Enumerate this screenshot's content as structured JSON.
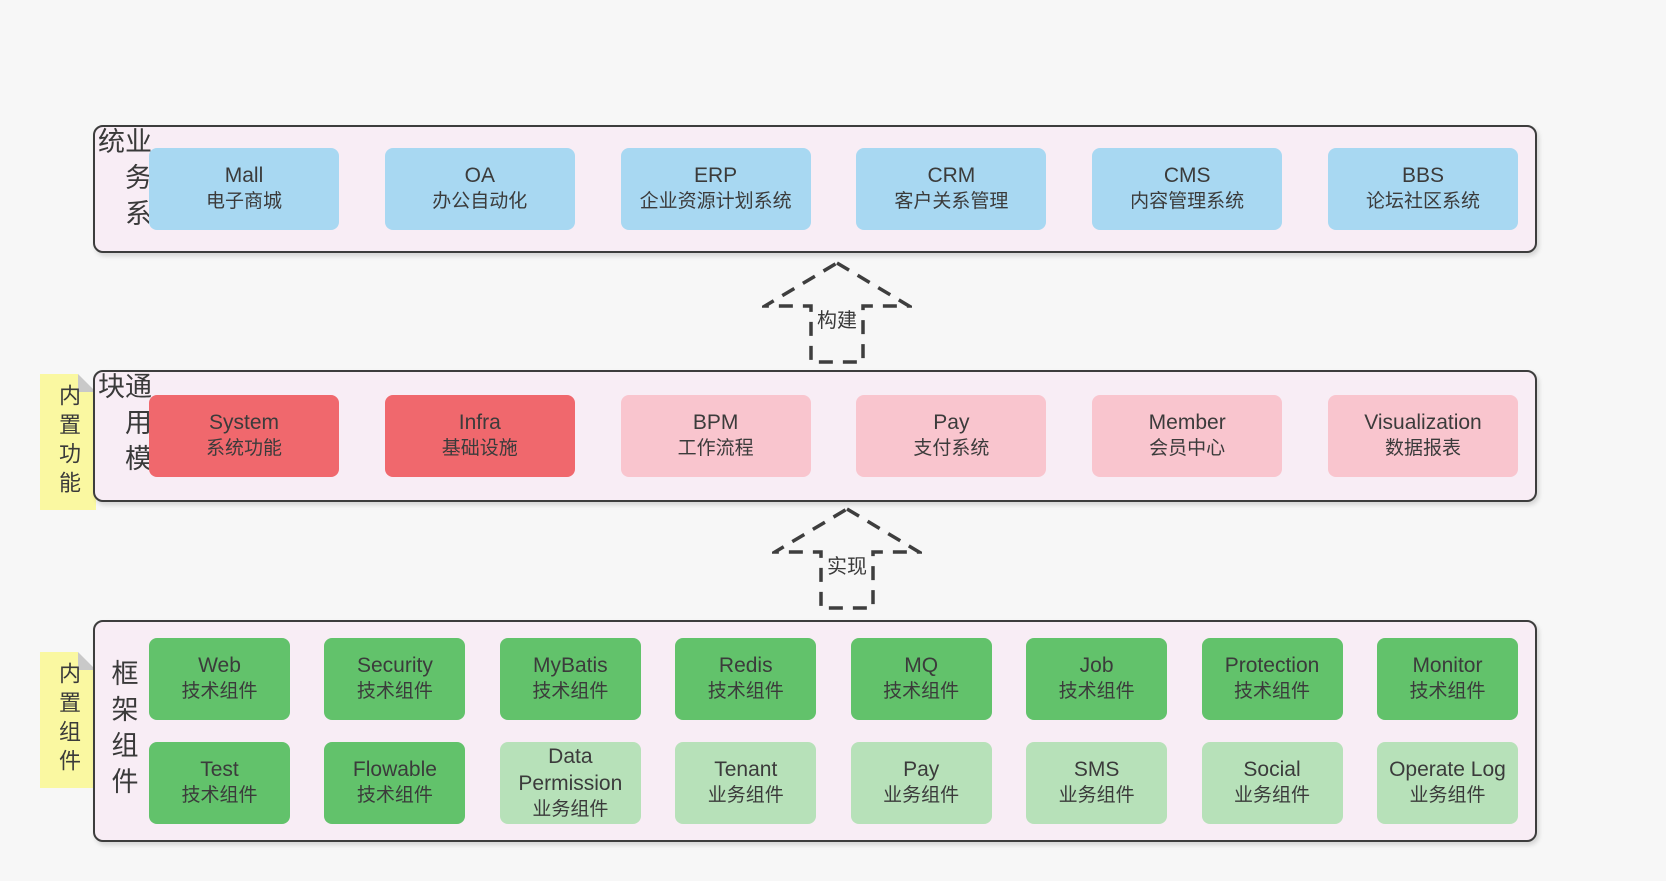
{
  "page": {
    "background": "#f7f7f7",
    "border_color": "#3d3d3d",
    "band_fill": "#f8edf5",
    "text_color": "#3a3a3a"
  },
  "colors": {
    "blue": "#a8d8f2",
    "red": "#f0686d",
    "pink": "#f9c5ce",
    "green": "#62c26b",
    "lightgreen": "#b7e1b9",
    "sticky": "#faf8a1",
    "fold": "#c9c9c9"
  },
  "arrows": [
    {
      "label": "构建"
    },
    {
      "label": "实现"
    }
  ],
  "bands": [
    {
      "label": "业务系统",
      "sticky": null,
      "rows": [
        [
          {
            "title": "Mall",
            "subtitle": "电子商城",
            "type": "blue"
          },
          {
            "title": "OA",
            "subtitle": "办公自动化",
            "type": "blue"
          },
          {
            "title": "ERP",
            "subtitle": "企业资源计划系统",
            "type": "blue"
          },
          {
            "title": "CRM",
            "subtitle": "客户关系管理",
            "type": "blue"
          },
          {
            "title": "CMS",
            "subtitle": "内容管理系统",
            "type": "blue"
          },
          {
            "title": "BBS",
            "subtitle": "论坛社区系统",
            "type": "blue"
          }
        ]
      ]
    },
    {
      "label": "通用模块",
      "sticky": "内置功能",
      "rows": [
        [
          {
            "title": "System",
            "subtitle": "系统功能",
            "type": "red"
          },
          {
            "title": "Infra",
            "subtitle": "基础设施",
            "type": "red"
          },
          {
            "title": "BPM",
            "subtitle": "工作流程",
            "type": "pink"
          },
          {
            "title": "Pay",
            "subtitle": "支付系统",
            "type": "pink"
          },
          {
            "title": "Member",
            "subtitle": "会员中心",
            "type": "pink"
          },
          {
            "title": "Visualization",
            "subtitle": "数据报表",
            "type": "pink"
          }
        ]
      ]
    },
    {
      "label": "框架组件",
      "sticky": "内置组件",
      "rows": [
        [
          {
            "title": "Web",
            "subtitle": "技术组件",
            "type": "green"
          },
          {
            "title": "Security",
            "subtitle": "技术组件",
            "type": "green"
          },
          {
            "title": "MyBatis",
            "subtitle": "技术组件",
            "type": "green"
          },
          {
            "title": "Redis",
            "subtitle": "技术组件",
            "type": "green"
          },
          {
            "title": "MQ",
            "subtitle": "技术组件",
            "type": "green"
          },
          {
            "title": "Job",
            "subtitle": "技术组件",
            "type": "green"
          },
          {
            "title": "Protection",
            "subtitle": "技术组件",
            "type": "green"
          },
          {
            "title": "Monitor",
            "subtitle": "技术组件",
            "type": "green"
          }
        ],
        [
          {
            "title": "Test",
            "subtitle": "技术组件",
            "type": "green"
          },
          {
            "title": "Flowable",
            "subtitle": "技术组件",
            "type": "green"
          },
          {
            "title": "Data Permission",
            "subtitle": "业务组件",
            "type": "lightgreen"
          },
          {
            "title": "Tenant",
            "subtitle": "业务组件",
            "type": "lightgreen"
          },
          {
            "title": "Pay",
            "subtitle": "业务组件",
            "type": "lightgreen"
          },
          {
            "title": "SMS",
            "subtitle": "业务组件",
            "type": "lightgreen"
          },
          {
            "title": "Social",
            "subtitle": "业务组件",
            "type": "lightgreen"
          },
          {
            "title": "Operate Log",
            "subtitle": "业务组件",
            "type": "lightgreen"
          }
        ]
      ]
    }
  ]
}
